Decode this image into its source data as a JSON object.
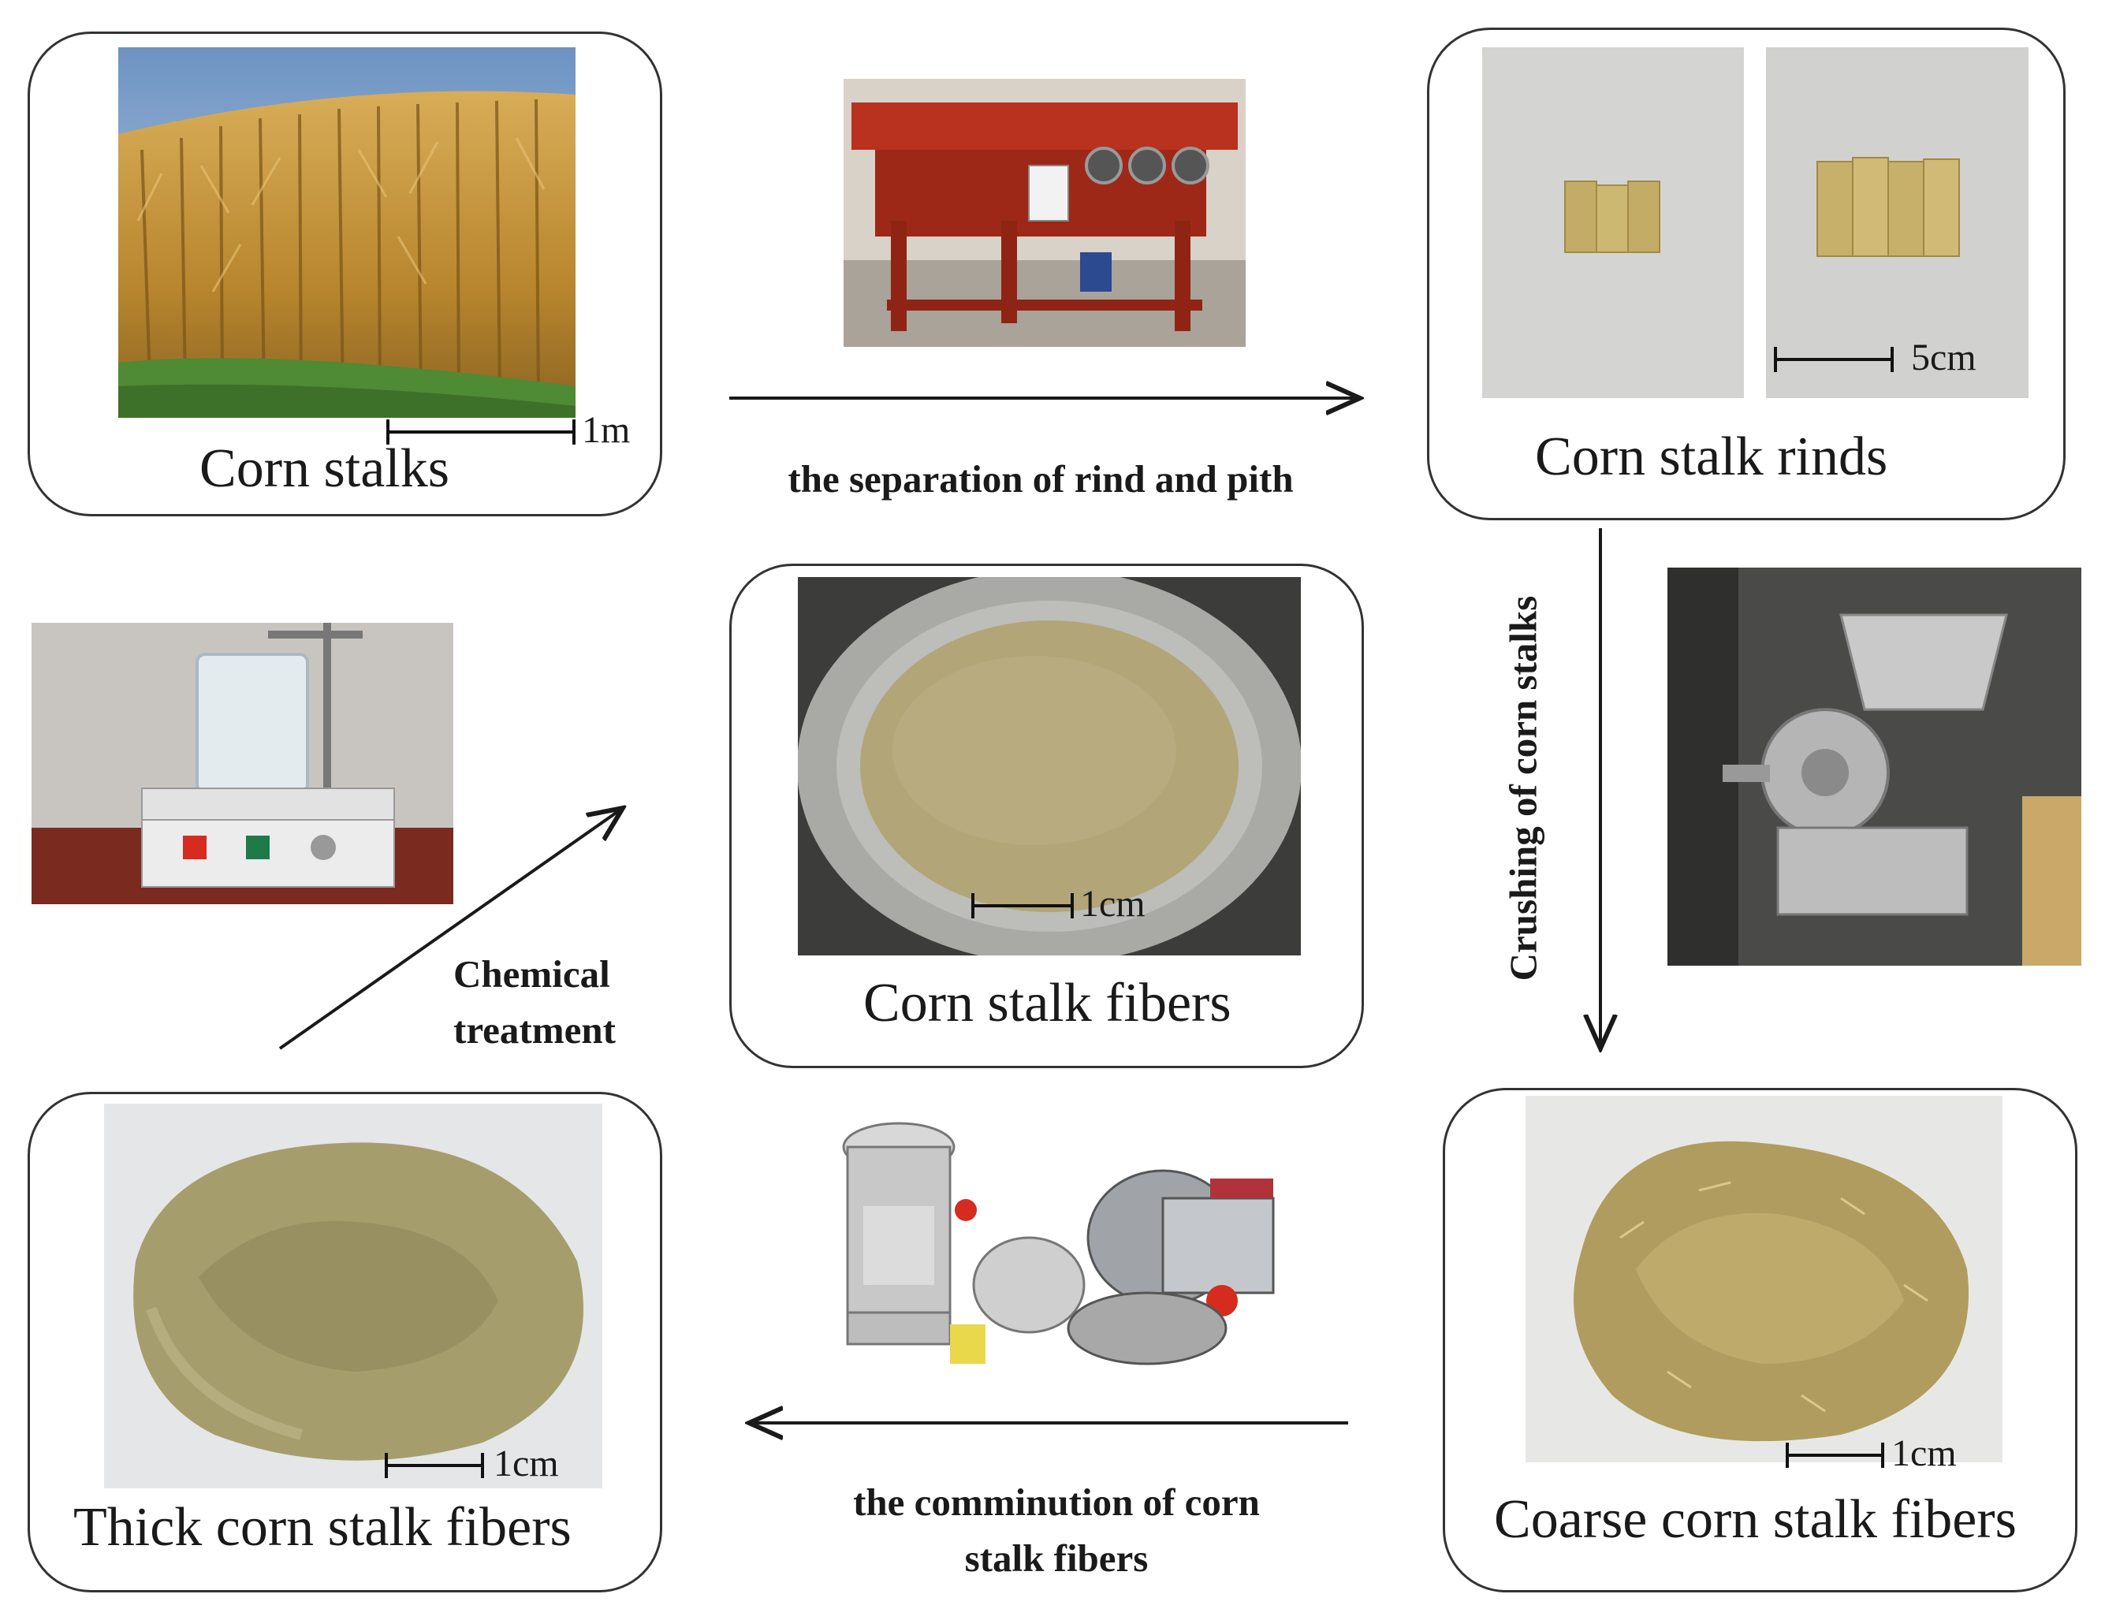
{
  "panels": {
    "corn_stalks": {
      "caption": "Corn stalks",
      "scale": "1m"
    },
    "rinds": {
      "caption": "Corn stalk rinds",
      "scale": "5cm"
    },
    "fibers": {
      "caption": "Corn stalk fibers",
      "scale": "1cm"
    },
    "thick": {
      "caption": "Thick corn stalk fibers",
      "scale": "1cm"
    },
    "coarse": {
      "caption": "Coarse corn stalk fibers",
      "scale": "1cm"
    }
  },
  "steps": {
    "separation": "the separation of rind and pith",
    "crushing": "Crushing of corn stalks",
    "comminution_line1": "the comminution of corn",
    "comminution_line2": "stalk fibers",
    "chemical_line1": "Chemical",
    "chemical_line2": "treatment"
  },
  "colors": {
    "border": "#333333",
    "arrow": "#1a1a1a",
    "corn": "#c99a3a",
    "fiber": "#b5a36a"
  }
}
